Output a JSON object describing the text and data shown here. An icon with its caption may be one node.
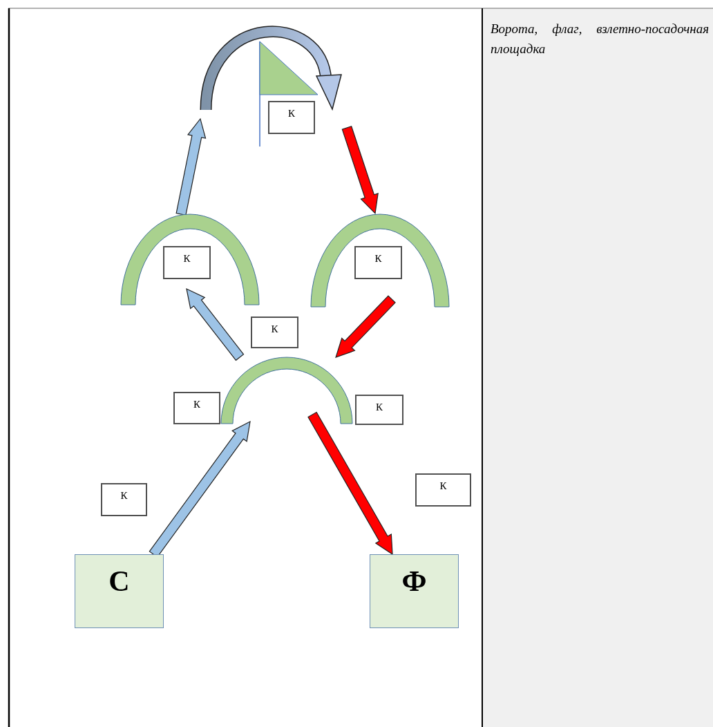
{
  "diagram": {
    "nodes": [
      {
        "text": [
          "С"
        ]
      },
      {
        "text": [
          "Ф"
        ]
      },
      {
        "text": [],
        "shape": "arch"
      },
      {
        "text": [],
        "shape": "arch"
      },
      {
        "text": [],
        "shape": "arch"
      },
      {
        "text": [],
        "shape": "flag"
      },
      {
        "text": [
          "К"
        ],
        "in": 5
      },
      {
        "text": [
          "К"
        ]
      },
      {
        "text": [
          "К"
        ]
      },
      {
        "text": [
          "К"
        ]
      },
      {
        "text": [
          "К"
        ]
      },
      {
        "text": [
          "К"
        ]
      },
      {
        "text": [
          "К"
        ]
      },
      {
        "text": [
          "К"
        ]
      }
    ],
    "edges": [
      {
        "from": 0,
        "to": 2,
        "arrow": "to",
        "color": "#9dc3e6"
      },
      {
        "from": 2,
        "to": 3,
        "arrow": "to",
        "color": "#9dc3e6"
      },
      {
        "from": 3,
        "to": 5,
        "arrow": "to",
        "color": "#9dc3e6"
      },
      {
        "from": 5,
        "to": 4,
        "arrow": "to",
        "color": "#ff0000"
      },
      {
        "from": 4,
        "to": 2,
        "arrow": "to",
        "color": "#ff0000"
      },
      {
        "from": 2,
        "to": 1,
        "arrow": "to",
        "color": "#ff0000"
      }
    ],
    "labels": [
      "Ворота, флаг, взлетно-посадочная площадка"
    ]
  }
}
